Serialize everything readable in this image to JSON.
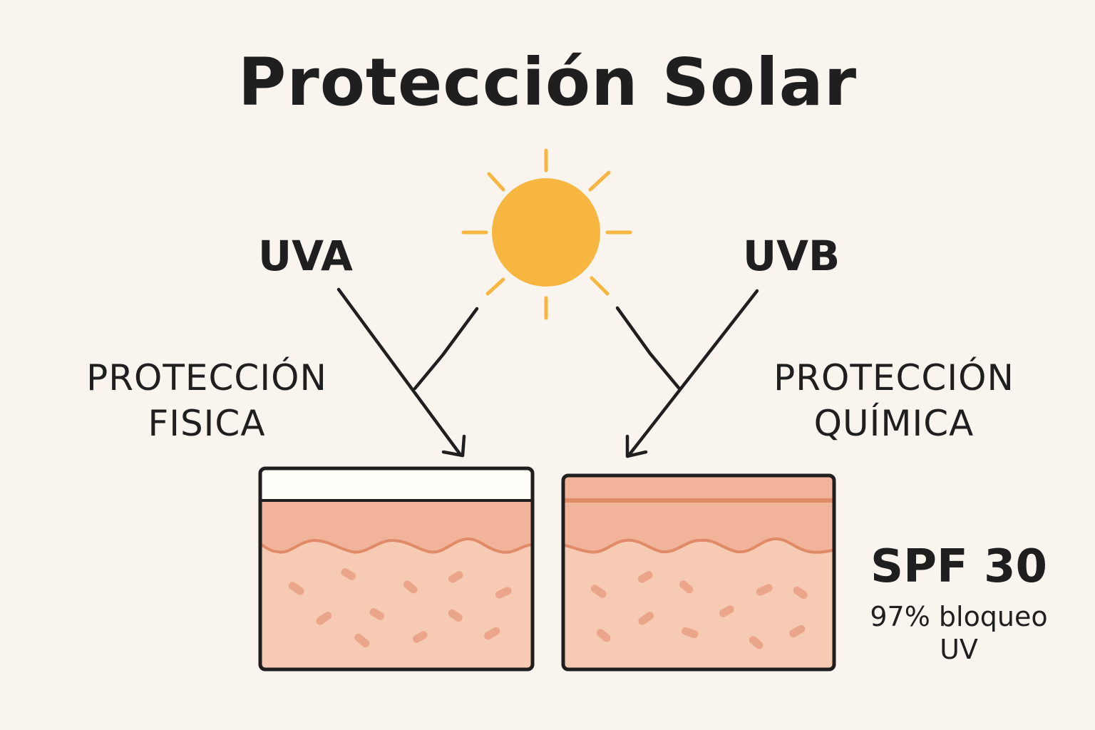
{
  "title": "Protección Solar",
  "rays": {
    "uva": "UVA",
    "uvb": "UVB"
  },
  "panels": {
    "left": {
      "line1": "PROTECCIÓN",
      "line2": "FISICA"
    },
    "right": {
      "line1": "PROTECCIÓN",
      "line2": "QUÍMICA"
    }
  },
  "spf": {
    "value": "SPF 30",
    "note_line1": "97% bloqueo",
    "note_line2": "UV"
  },
  "colors": {
    "background": "#faf4ee",
    "sun": "#f6b63f",
    "skin_upper": "#f1b39a",
    "skin_lower": "#f7cab4",
    "skin_wave": "#e08a68",
    "blocker_layer": "#fffdf7",
    "outline": "#1f1f1f"
  },
  "icons": {
    "sun": "sun-icon",
    "arrow": "arrow-icon",
    "skin": "skin-cross-section-icon"
  }
}
